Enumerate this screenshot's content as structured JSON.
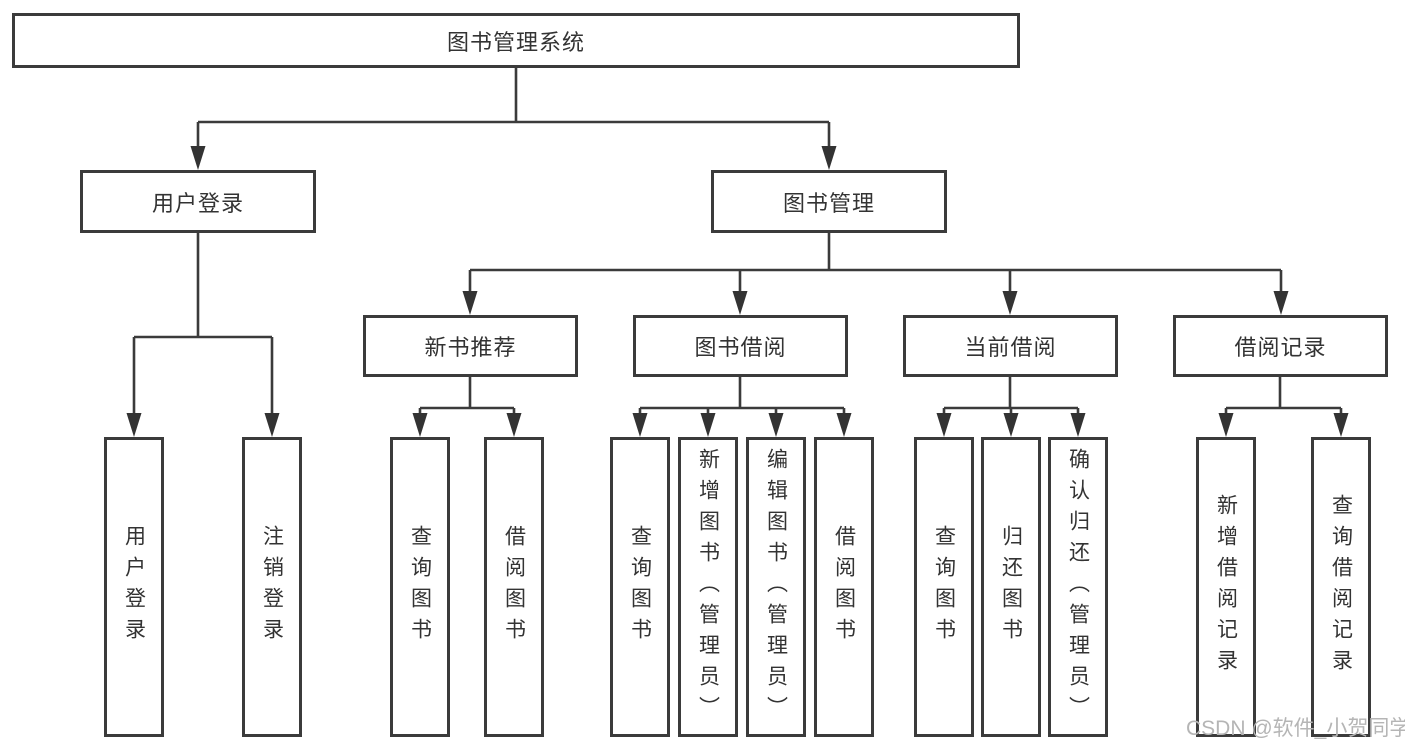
{
  "tree": {
    "label": "图书管理系统",
    "children": [
      {
        "label": "用户登录",
        "children": [
          {
            "label": "用户登录"
          },
          {
            "label": "注销登录"
          }
        ]
      },
      {
        "label": "图书管理",
        "children": [
          {
            "label": "新书推荐",
            "children": [
              {
                "label": "查询图书"
              },
              {
                "label": "借阅图书"
              }
            ]
          },
          {
            "label": "图书借阅",
            "children": [
              {
                "label": "查询图书"
              },
              {
                "label": "新增图书（管理员）"
              },
              {
                "label": "编辑图书（管理员）"
              },
              {
                "label": "借阅图书"
              }
            ]
          },
          {
            "label": "当前借阅",
            "children": [
              {
                "label": "查询图书"
              },
              {
                "label": "归还图书"
              },
              {
                "label": "确认归还（管理员）"
              }
            ]
          },
          {
            "label": "借阅记录",
            "children": [
              {
                "label": "新增借阅记录"
              },
              {
                "label": "查询借阅记录"
              }
            ]
          }
        ]
      }
    ]
  },
  "watermark": "CSDN @软件_小贺同学",
  "colors": {
    "line": "#3b3b3b",
    "box_border": "#3b3b3b",
    "text": "#333333",
    "background": "#ffffff",
    "watermark": "#b5b5b5"
  }
}
